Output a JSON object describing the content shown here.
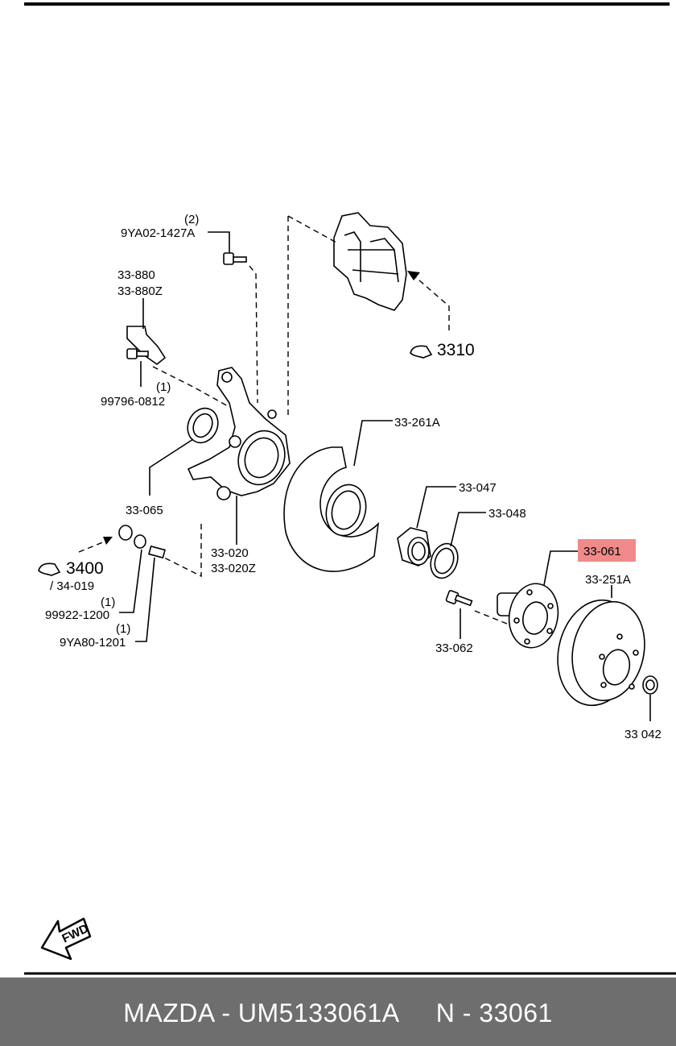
{
  "labels": {
    "qty_2": "(2)",
    "p_9ya02": "9YA02-1427A",
    "p_33880": "33-880",
    "p_33880z": "33-880Z",
    "qty_1a": "(1)",
    "p_99796": "99796-0812",
    "p_33065": "33-065",
    "p_33020": "33-020",
    "p_33020z": "33-020Z",
    "ref_3310": "3310",
    "p_33261a": "33-261A",
    "p_33047": "33-047",
    "p_33048": "33-048",
    "p_33061": "33-061",
    "p_33251a": "33-251A",
    "p_33062": "33-062",
    "p_33042": "33 042",
    "ref_3400": "3400",
    "ref_34019": "/ 34-019",
    "qty_1b": "(1)",
    "p_99922": "99922-1200",
    "qty_1c": "(1)",
    "p_9ya80": "9YA80-1201",
    "fwd": "FWD"
  },
  "highlight": {
    "part": "33-061",
    "color": "#f08a8a"
  },
  "footer": {
    "text": "MAZDA - UM5133061A     N - 33061"
  }
}
